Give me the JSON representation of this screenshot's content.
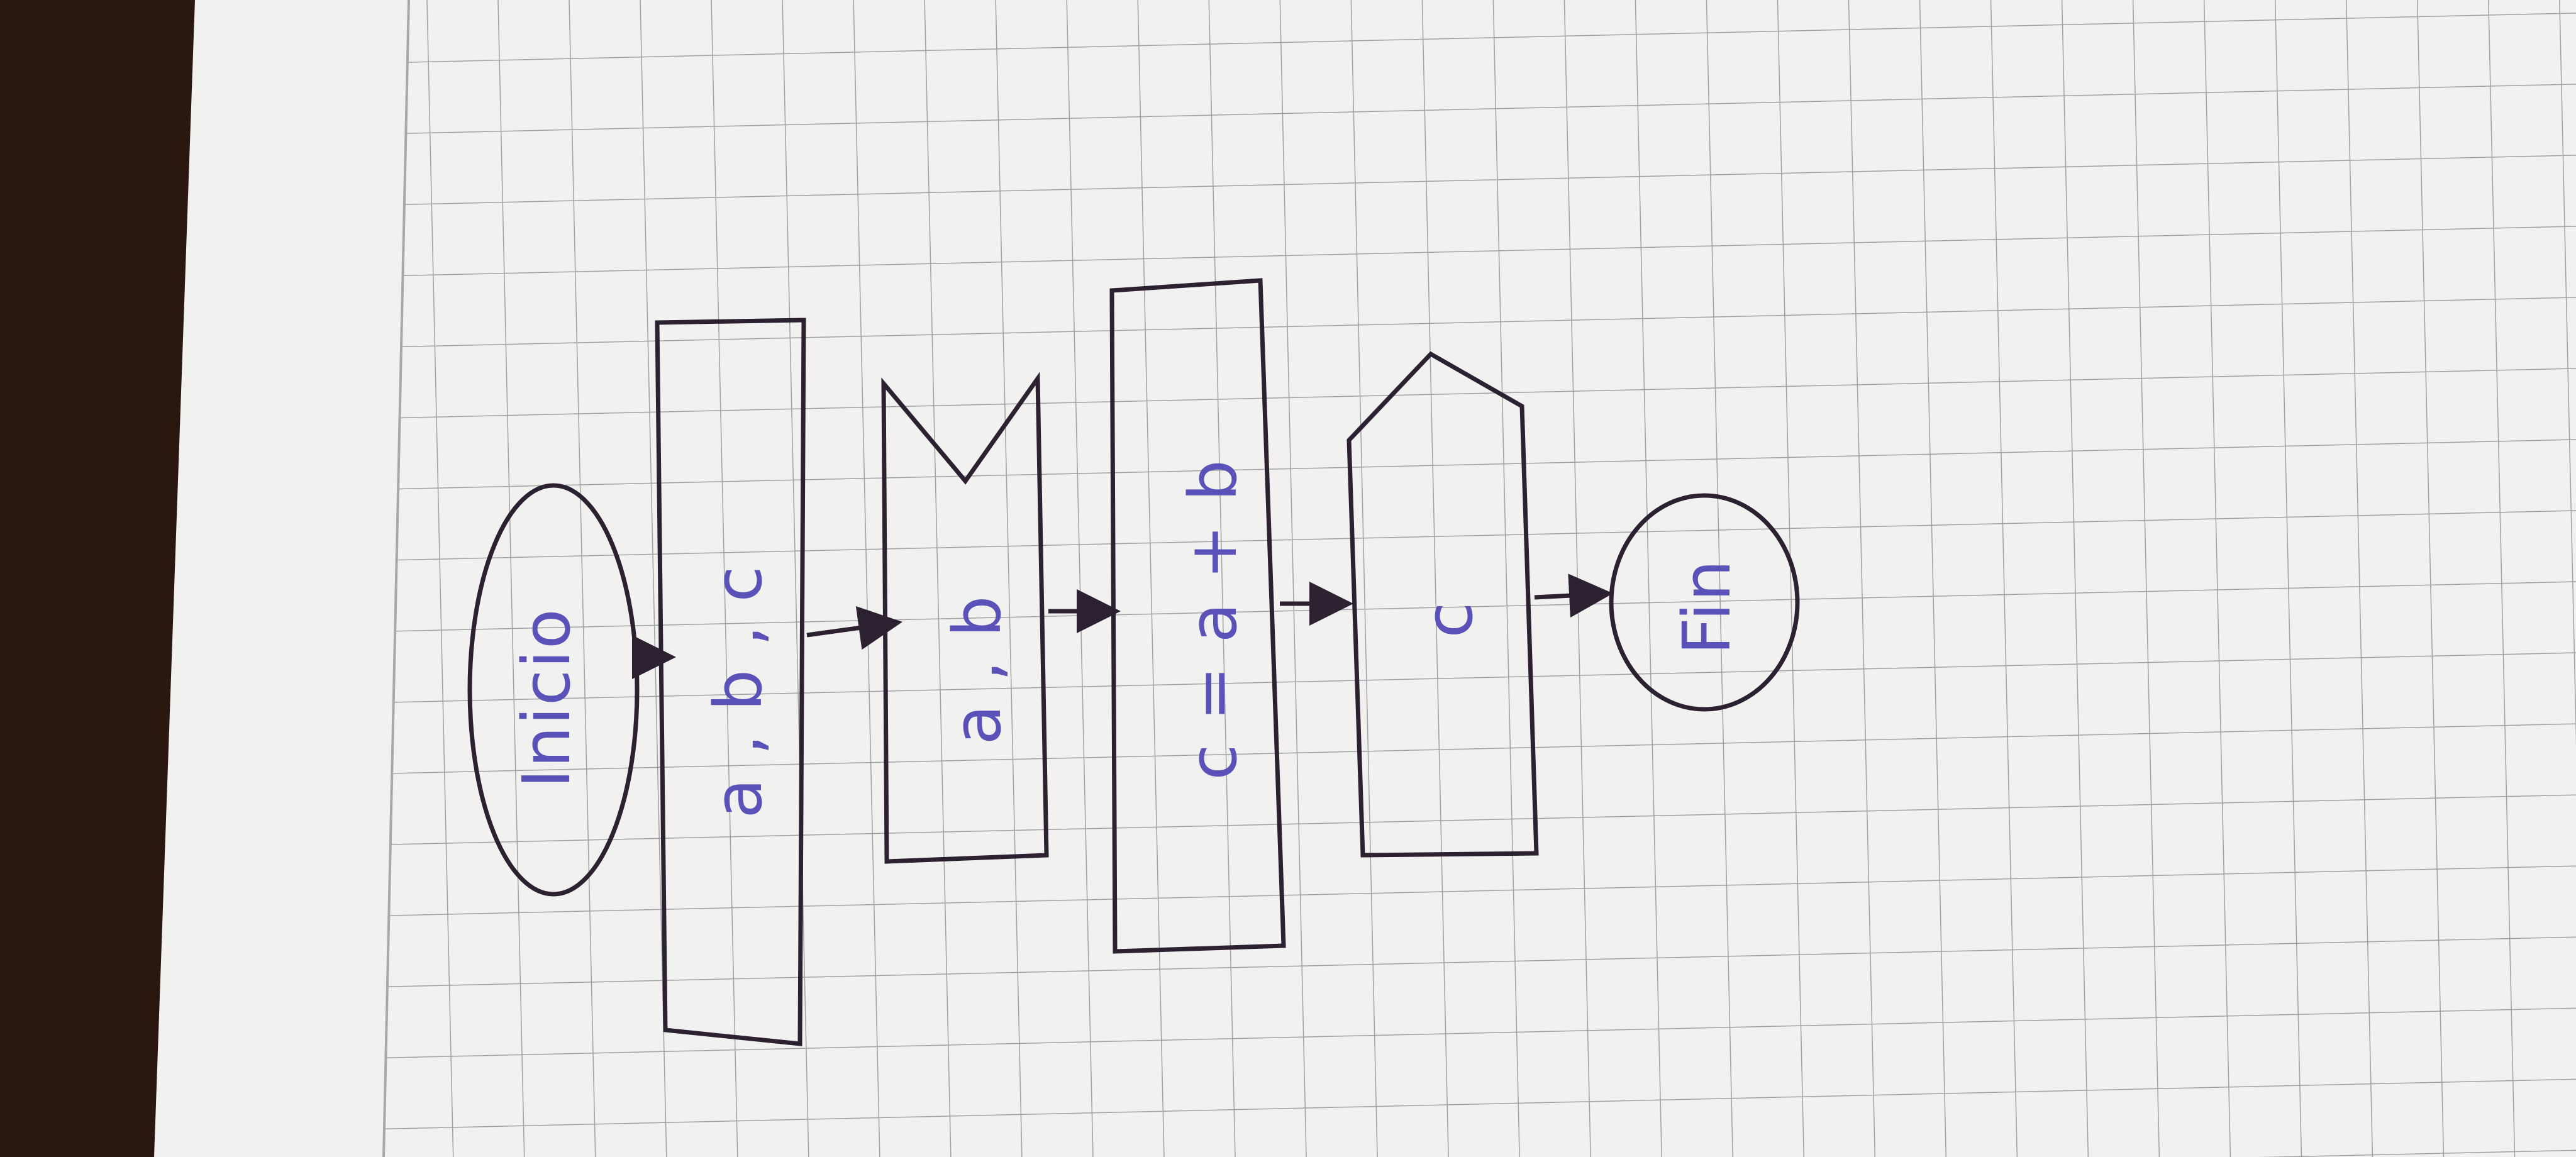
{
  "colors": {
    "background_left": "#2a1810",
    "paper": "#f1f1f0",
    "grid_line": "#9fa1a3",
    "pen_outline": "#2b2130",
    "ink_text": "#5a52b8"
  },
  "flowchart": {
    "start_label": "Inicio",
    "input_label": "a , b , c",
    "read_label": "a , b",
    "process_label": "c = a + b",
    "output_label": "c",
    "end_label": "Fin"
  }
}
